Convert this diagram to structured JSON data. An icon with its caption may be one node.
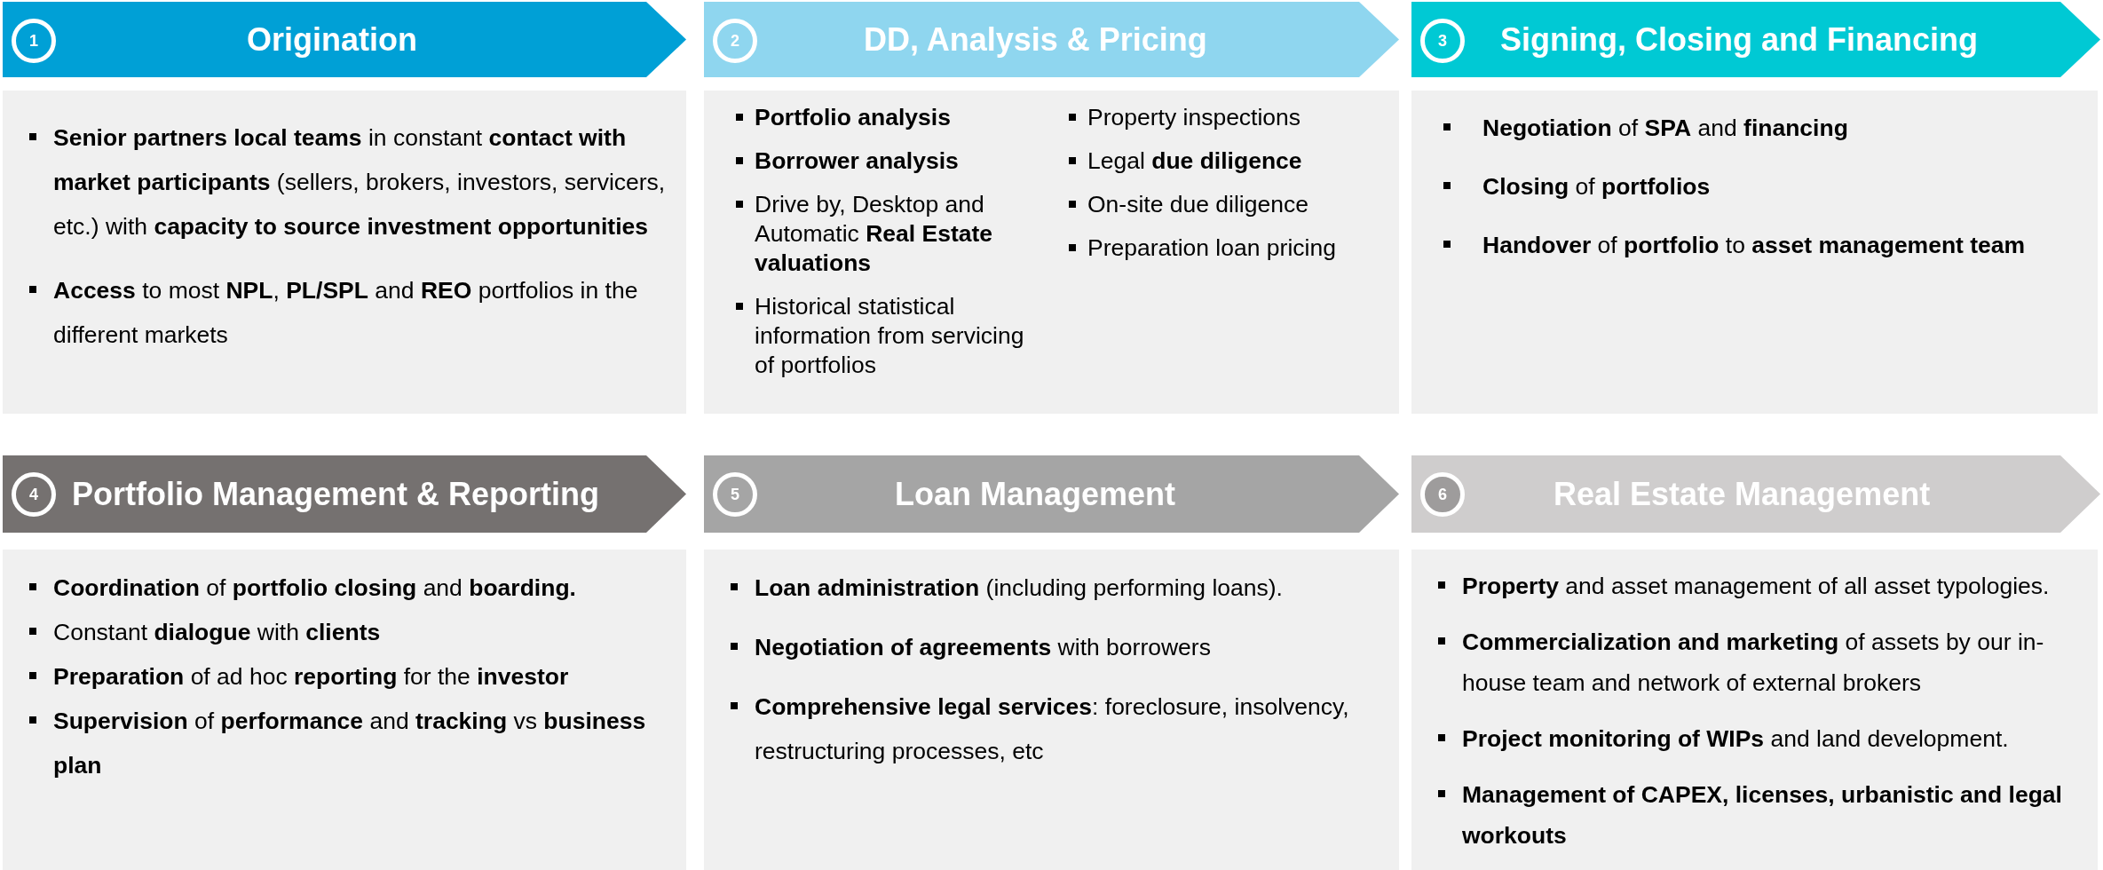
{
  "diagram": {
    "nodes": [
      {
        "text": [
          "Origination"
        ]
      },
      {
        "text": [
          "1"
        ],
        "in": 0
      },
      {
        "text": [
          "**Senior partners local teams** in constant **contact with market participants** (sellers, brokers, investors, servicers, etc.) with **capacity to source investment opportunities**",
          "**Access** to most **NPL**, **PL/SPL** and **REO** portfolios in the different markets"
        ]
      },
      {
        "text": [
          "DD, Analysis & Pricing"
        ]
      },
      {
        "text": [
          "2"
        ],
        "in": 3
      },
      {
        "text": [
          "**Portfolio analysis**",
          "**Borrower analysis**",
          "Drive by, Desktop and Automatic **Real Estate valuations**",
          "Historical statistical information from servicing of portfolios",
          "Property inspections",
          "Legal **due diligence**",
          "On-site due diligence",
          "Preparation loan pricing"
        ]
      },
      {
        "text": [
          "Signing, Closing and Financing"
        ]
      },
      {
        "text": [
          "3"
        ],
        "in": 6
      },
      {
        "text": [
          "**Negotiation** of **SPA** and **financing**",
          "**Closing** of **portfolios**",
          "**Handover** of **portfolio** to **asset management team**"
        ]
      },
      {
        "text": [
          "Portfolio Management & Reporting"
        ]
      },
      {
        "text": [
          "4"
        ],
        "in": 9
      },
      {
        "text": [
          "**Coordination** of **portfolio closing** and **boarding.**",
          "Constant **dialogue** with **clients**",
          "**Preparation** of ad hoc **reporting** for the **investor**",
          "**Supervision** of **performance** and **tracking** vs **business plan**"
        ]
      },
      {
        "text": [
          "Loan Management"
        ]
      },
      {
        "text": [
          "5"
        ],
        "in": 12
      },
      {
        "text": [
          "**Loan administration** (including performing loans).",
          "**Negotiation of agreements** with borrowers",
          "**Comprehensive legal services**: foreclosure, insolvency, restructuring processes, etc"
        ]
      },
      {
        "text": [
          "Real Estate Management"
        ]
      },
      {
        "text": [
          "6"
        ],
        "in": 15
      },
      {
        "text": [
          "**Property** and asset management of all asset typologies.",
          "**Commercialization and marketing** of assets by our in-house team and network of external brokers",
          "**Project monitoring of WIPs** and land development.",
          "**Management  of CAPEX, licenses, urbanistic and legal workouts**"
        ]
      }
    ],
    "edges": []
  }
}
